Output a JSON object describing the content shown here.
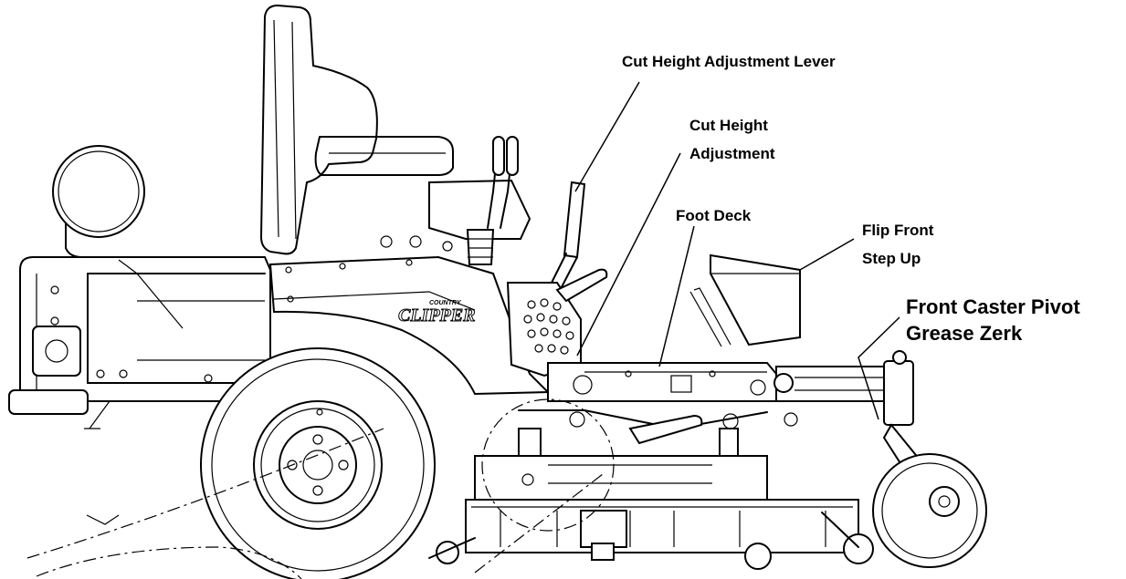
{
  "labels": {
    "cut_height_lever": "Cut Height Adjustment Lever",
    "cut_height_adjustment_line1": "Cut Height",
    "cut_height_adjustment_line2": "Adjustment",
    "foot_deck": "Foot Deck",
    "flip_front_line1": "Flip Front",
    "flip_front_line2": "Step Up",
    "caster_line1": "Front Caster Pivot",
    "caster_line2": "Grease Zerk"
  },
  "logo": {
    "top": "COUNTRY",
    "main": "CLIPPER"
  }
}
